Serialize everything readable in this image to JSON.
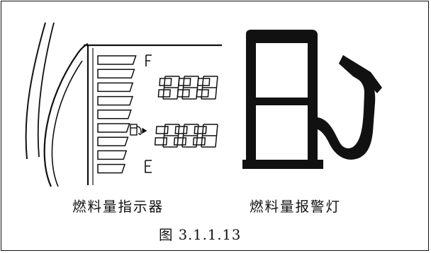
{
  "gauge": {
    "full_letter": "F",
    "empty_letter": "E",
    "bar_count": 9,
    "digit_rows": [
      "888",
      "888"
    ]
  },
  "captions": {
    "left": "燃料量指示器",
    "right": "燃料量报警灯",
    "figure": "图 3.1.1.13"
  },
  "icons": {
    "gauge_symbol": "fuel-pump-icon",
    "warning_lamp": "fuel-pump-icon"
  },
  "colors": {
    "ink": "#111111",
    "background": "#ffffff"
  }
}
